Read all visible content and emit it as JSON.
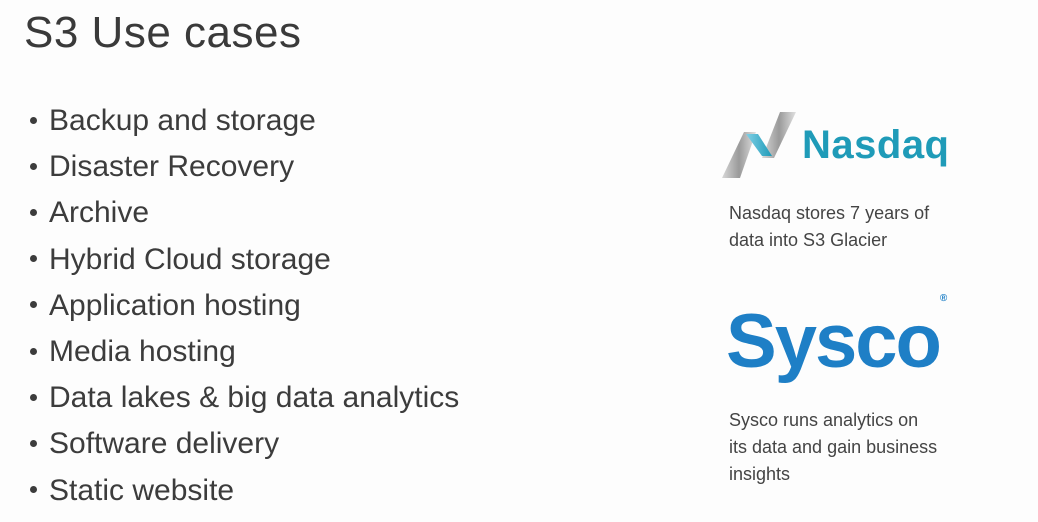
{
  "title": "S3 Use cases",
  "bullets": [
    "Backup and storage",
    "Disaster Recovery",
    "Archive",
    "Hybrid Cloud storage",
    "Application hosting",
    "Media hosting",
    "Data lakes & big data analytics",
    "Software delivery",
    "Static website"
  ],
  "case_studies": [
    {
      "logo": "Nasdaq",
      "caption_lines": [
        "Nasdaq stores 7 years of",
        "data into S3 Glacier"
      ]
    },
    {
      "logo": "Sysco",
      "caption_lines": [
        "Sysco runs analytics on",
        "its data and gain business",
        "insights"
      ]
    }
  ],
  "colors": {
    "nasdaq": "#1f9bb8",
    "sysco": "#1e7fc6",
    "sysco_leaf": "#5ab33e",
    "text": "#3c3c3c"
  }
}
